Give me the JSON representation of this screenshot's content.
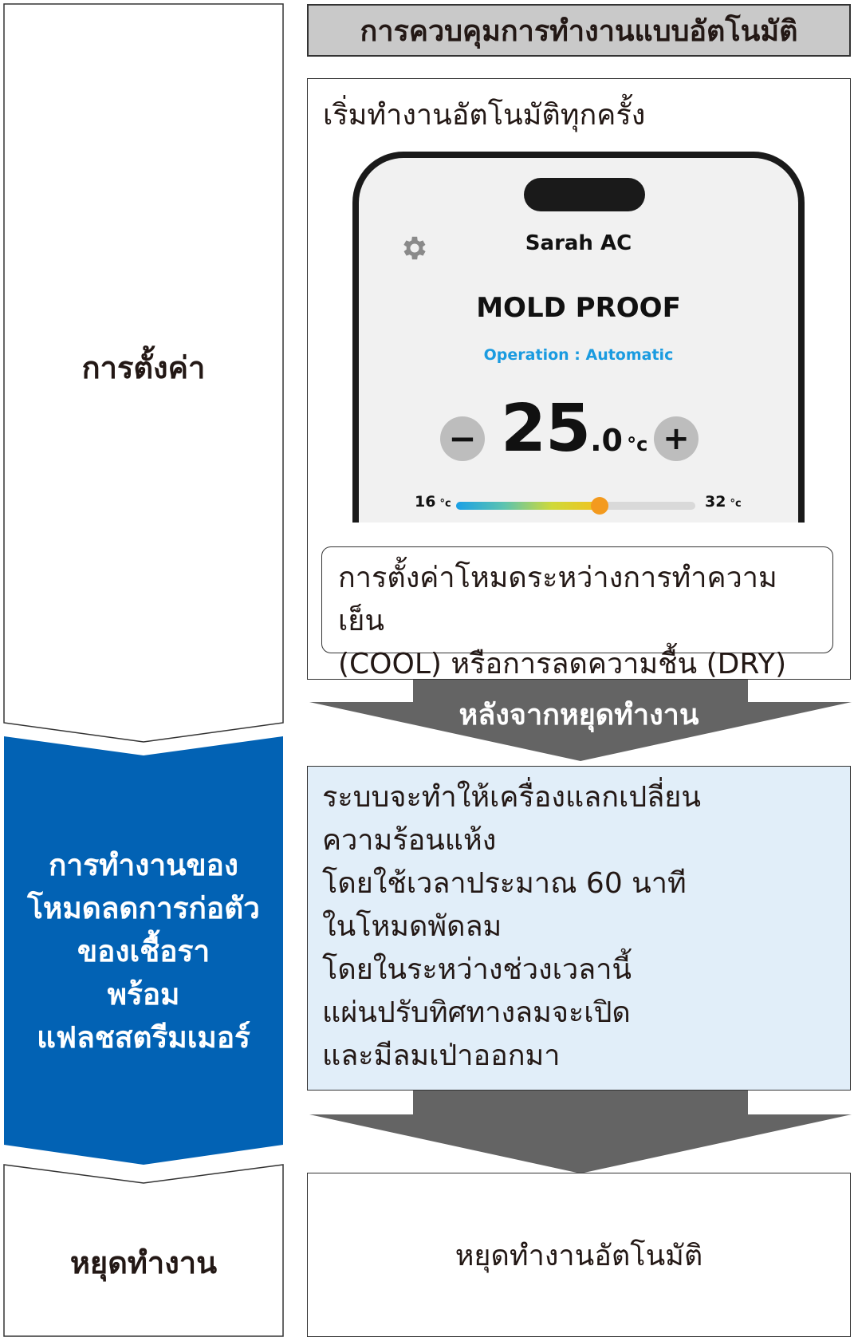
{
  "left": {
    "setting_label": "การตั้งค่า",
    "mold_lines": [
      "การทำงานของ",
      "โหมดลดการก่อตัว",
      "ของเชื้อรา",
      "พร้อม",
      "แฟลชสตรีมเมอร์"
    ],
    "stop_label": "หยุดทำงาน"
  },
  "header": {
    "title": "การควบคุมการทำงานแบบอัตโนมัติ"
  },
  "panel1": {
    "title": "เริ่มทำงานอัตโนมัติทุกครั้ง",
    "note_lines": [
      "การตั้งค่าโหมดระหว่างการทำความเย็น",
      "(COOL) หรือการลดความชื้น (DRY)"
    ]
  },
  "phone": {
    "app_name": "Sarah AC",
    "mode": "MOLD PROOF",
    "operation": "Operation : Automatic",
    "minus_label": "−",
    "plus_label": "+",
    "temp_whole": "25",
    "temp_decimal": ".0",
    "temp_unit": "°c",
    "range_min": "16",
    "range_max": "32",
    "range_unit": "°c",
    "slider_fraction": 0.6
  },
  "arrow1": {
    "label": "หลังจากหยุดทำงาน"
  },
  "panel2": {
    "lines": [
      "ระบบจะทำให้เครื่องแลกเปลี่ยน",
      "ความร้อนแห้ง",
      "โดยใช้เวลาประมาณ 60 นาที",
      "ในโหมดพัดลม",
      "โดยในระหว่างช่วงเวลานี้",
      "แผ่นปรับทิศทางลมจะเปิด",
      "และมีลมเป่าออกมา"
    ]
  },
  "panel3": {
    "text": "หยุดทำงานอัตโนมัติ"
  },
  "colors": {
    "blue": "#0262b4",
    "arrow_gray": "#646464",
    "light_blue": "#e1eef9",
    "header_gray": "#c9c9c9",
    "accent_blue": "#1a9be0",
    "slider_knob": "#f39a1e"
  }
}
